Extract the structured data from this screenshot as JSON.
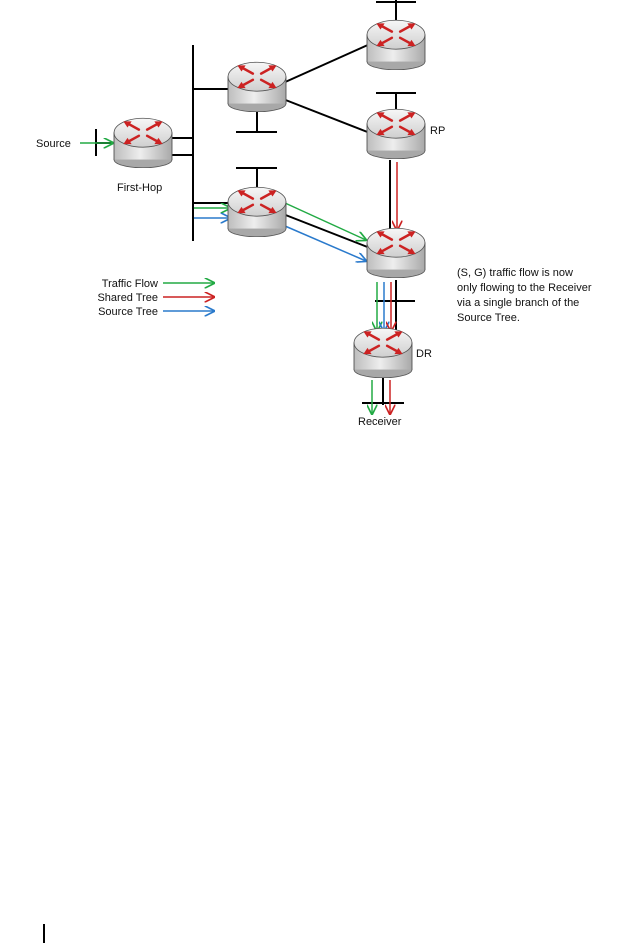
{
  "diagram": {
    "labels": {
      "source": "Source",
      "first_hop": "First-Hop",
      "rp": "RP",
      "dr": "DR",
      "receiver": "Receiver"
    },
    "legend": [
      {
        "label": "Traffic Flow",
        "color": "#22aa44"
      },
      {
        "label": "Shared Tree",
        "color": "#cc2222"
      },
      {
        "label": "Source Tree",
        "color": "#2a7acc"
      }
    ],
    "note_lines": [
      "(S, G) traffic flow is now",
      "only flowing to the Receiver",
      "via a single branch of the",
      "Source Tree."
    ],
    "colors": {
      "traffic_flow": "#22aa44",
      "shared_tree": "#cc2222",
      "source_tree": "#2a7acc",
      "link": "#000000",
      "router_body": "#d9d9d9",
      "router_icon": "#cc2222"
    }
  }
}
